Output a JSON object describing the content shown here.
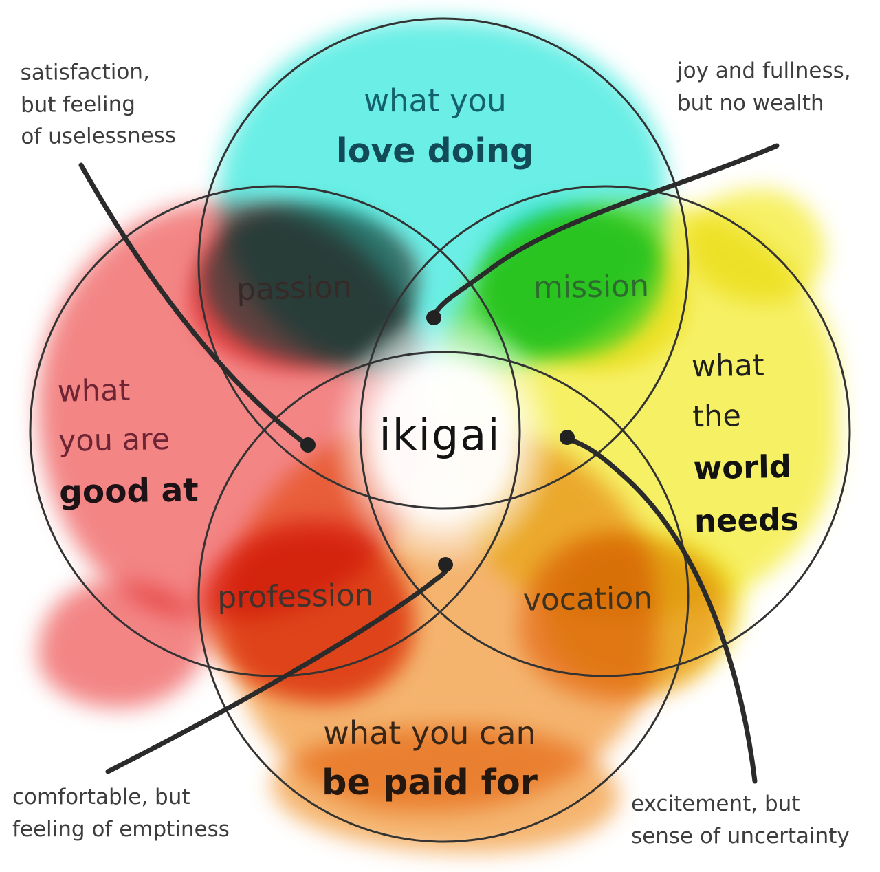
{
  "diagram": {
    "center_label": "ikigai",
    "line_color": "#2b2b2b",
    "outline_color": "#333333",
    "annotation_text_color": "#3d3d3d",
    "circles": {
      "top": {
        "color": "#55ece2",
        "text_color": "#15606e",
        "lines": [
          "what you",
          "love doing"
        ]
      },
      "left": {
        "color": "#f27878",
        "text_color": "#6d2433",
        "lines": [
          "what",
          "you are",
          "good at"
        ]
      },
      "right": {
        "color": "#f6ef58",
        "text_color": "#1f1f1f",
        "lines": [
          "what",
          "the",
          "world",
          "needs"
        ]
      },
      "bottom": {
        "color": "#f4ae62",
        "text_color": "#372517",
        "lines": [
          "what you can",
          "be paid for"
        ]
      }
    },
    "overlaps": {
      "passion": {
        "label": "passion"
      },
      "mission": {
        "label": "mission"
      },
      "profession": {
        "label": "profession"
      },
      "vocation": {
        "label": "vocation"
      }
    },
    "annotations": {
      "top_left": {
        "lines": [
          "satisfaction,",
          "but feeling",
          "of uselessness"
        ]
      },
      "top_right": {
        "lines": [
          "joy and fullness,",
          "but no wealth"
        ]
      },
      "bottom_left": {
        "lines": [
          "comfortable, but",
          "feeling of emptiness"
        ]
      },
      "bottom_right": {
        "lines": [
          "excitement, but",
          "sense of uncertainty"
        ]
      }
    }
  }
}
